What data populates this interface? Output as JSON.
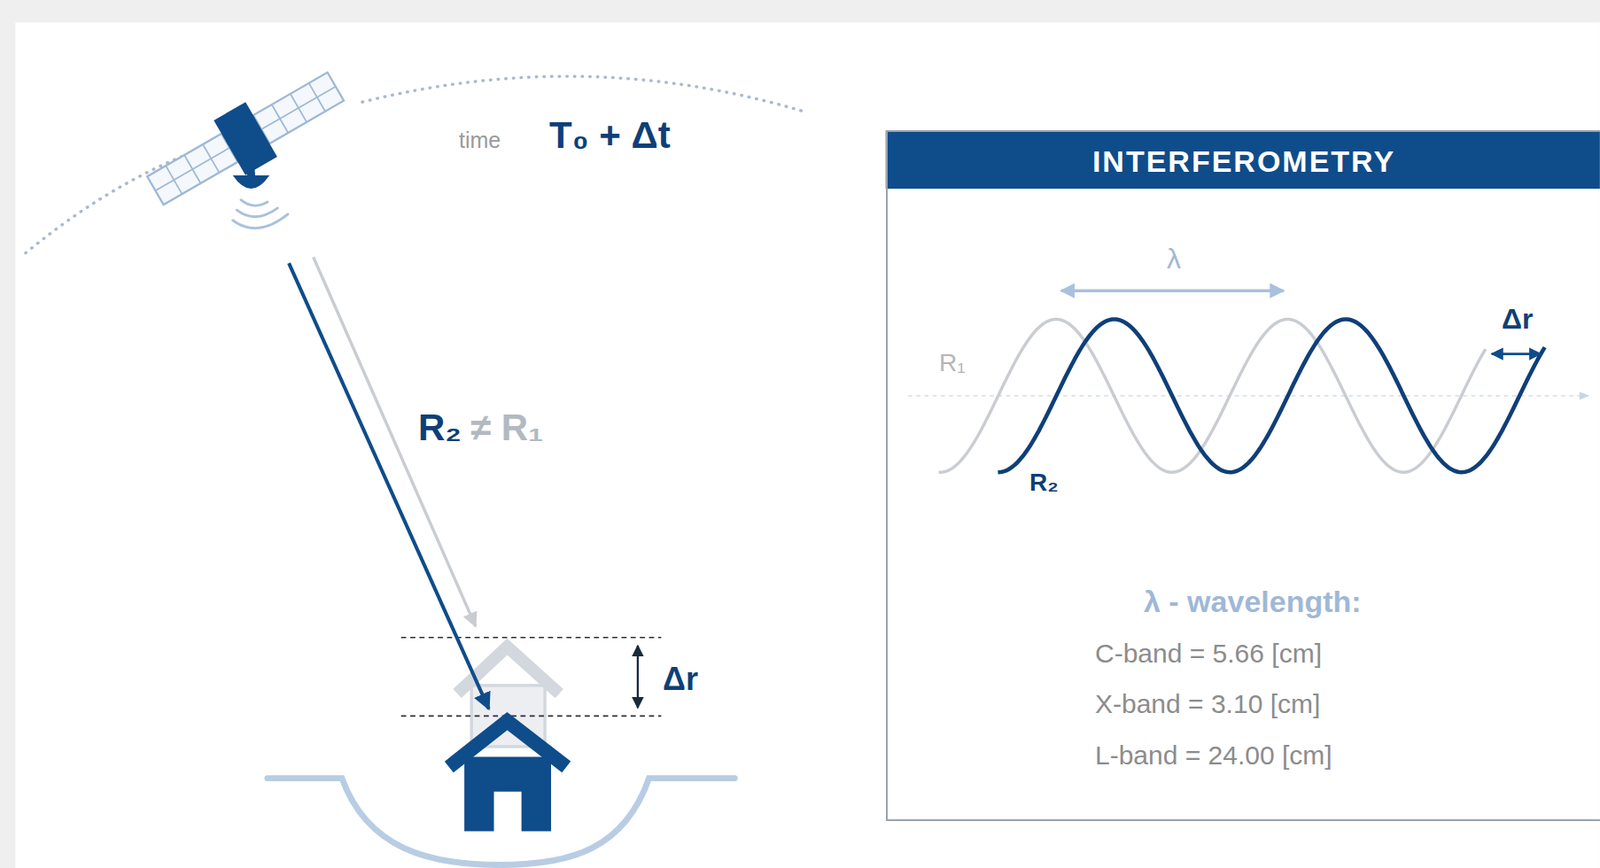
{
  "diagram": {
    "nodes": [
      {
        "text": [
          "INTERFEROMETRY"
        ]
      }
    ],
    "labels": [
      "time",
      "T₀ + Δt",
      "R₂",
      "≠ R₁",
      "Δr",
      "λ",
      "R₁",
      "R₂",
      "Δr",
      "λ - wavelength:",
      "C-band = 5.66 [cm]",
      "X-band = 3.10 [cm]",
      "L-band = 24.00 [cm]"
    ]
  }
}
